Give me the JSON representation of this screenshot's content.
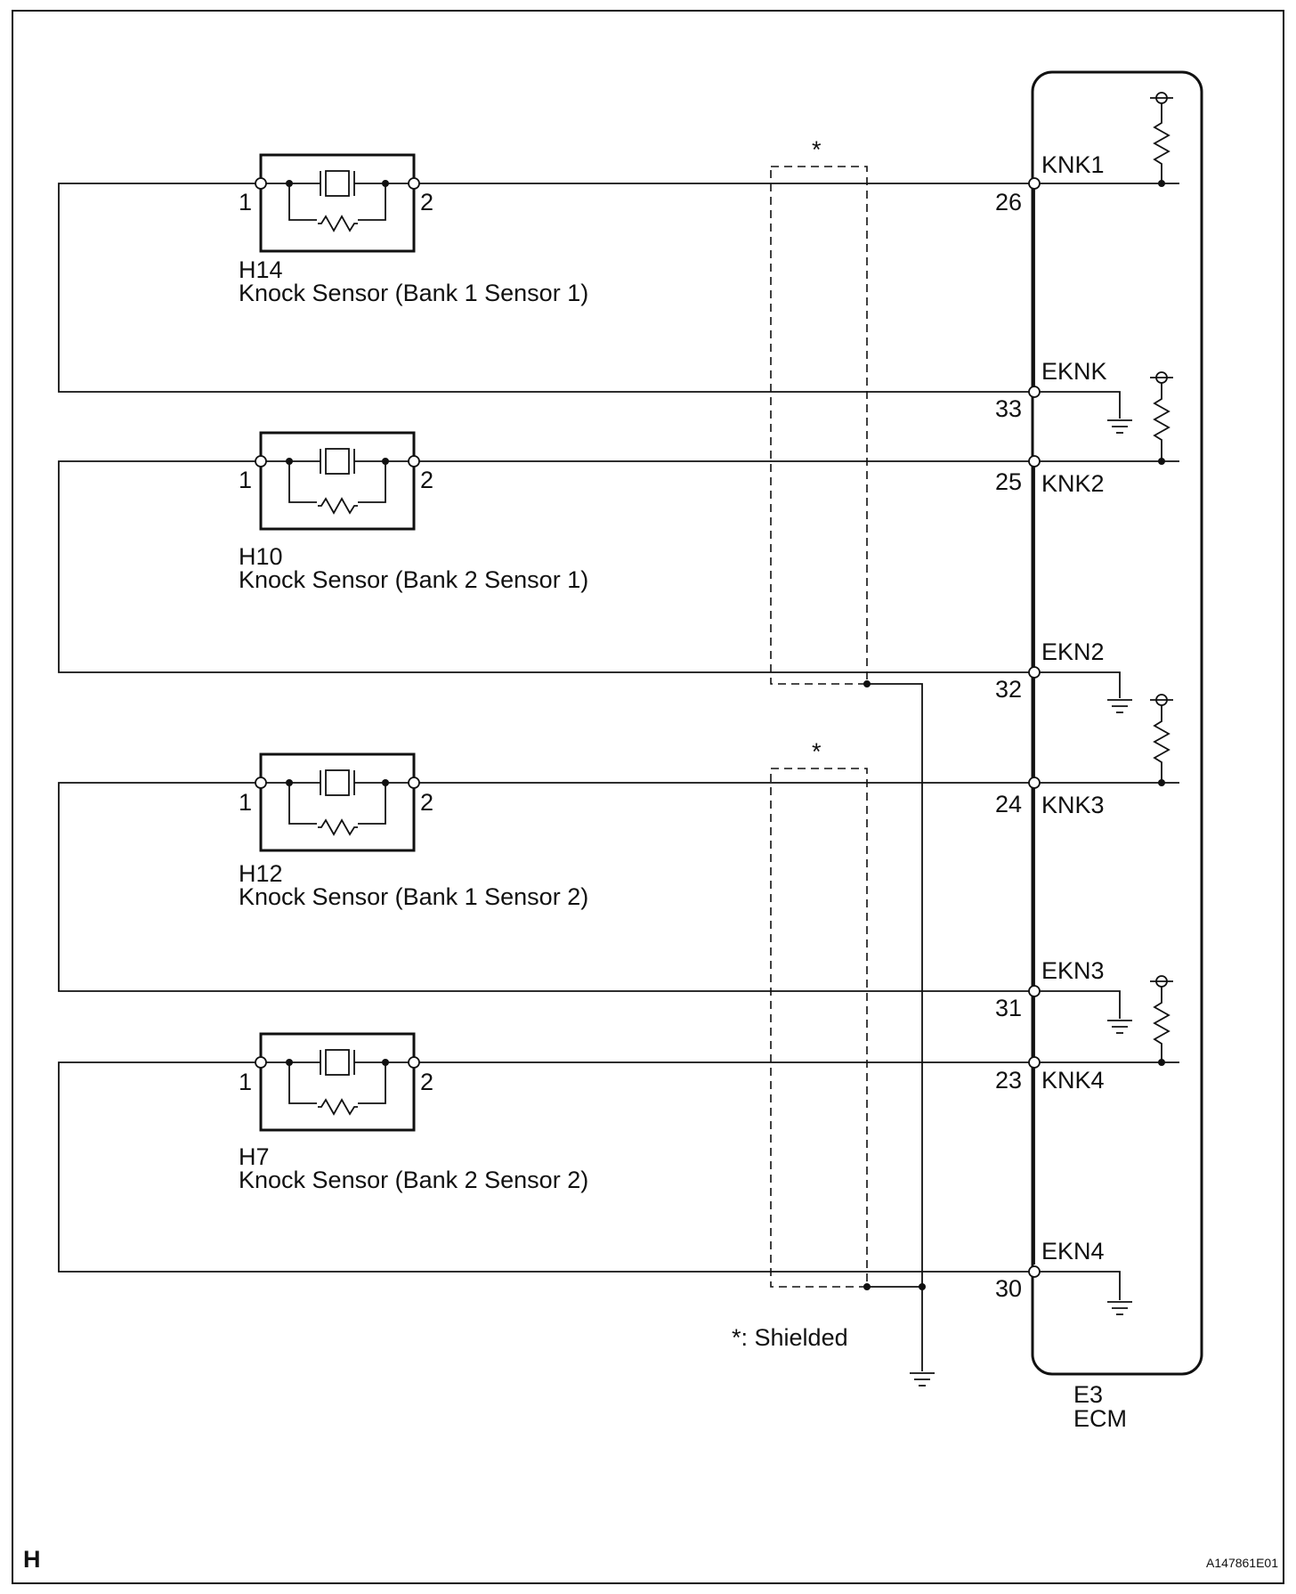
{
  "sensors": [
    {
      "id": "H14",
      "name": "Knock Sensor (Bank 1 Sensor 1)",
      "pin_left": "1",
      "pin_right": "2"
    },
    {
      "id": "H10",
      "name": "Knock Sensor (Bank 2 Sensor 1)",
      "pin_left": "1",
      "pin_right": "2"
    },
    {
      "id": "H12",
      "name": "Knock Sensor (Bank 1 Sensor 2)",
      "pin_left": "1",
      "pin_right": "2"
    },
    {
      "id": "H7",
      "name": "Knock Sensor (Bank 2 Sensor 2)",
      "pin_left": "1",
      "pin_right": "2"
    }
  ],
  "ecm": {
    "connector": "E3",
    "name": "ECM",
    "terminals": [
      {
        "name": "KNK1",
        "pin": "26"
      },
      {
        "name": "EKNK",
        "pin": "33"
      },
      {
        "name": "KNK2",
        "pin": "25"
      },
      {
        "name": "EKN2",
        "pin": "32"
      },
      {
        "name": "KNK3",
        "pin": "24"
      },
      {
        "name": "EKN3",
        "pin": "31"
      },
      {
        "name": "KNK4",
        "pin": "23"
      },
      {
        "name": "EKN4",
        "pin": "30"
      }
    ]
  },
  "shield": {
    "marker": "*",
    "legend": "*: Shielded"
  },
  "footer": {
    "left": "H",
    "right": "A147861E01"
  },
  "icons": [
    "piezo-crystal-icon",
    "resistor-icon",
    "ground-icon",
    "pull-up-resistor-icon"
  ]
}
